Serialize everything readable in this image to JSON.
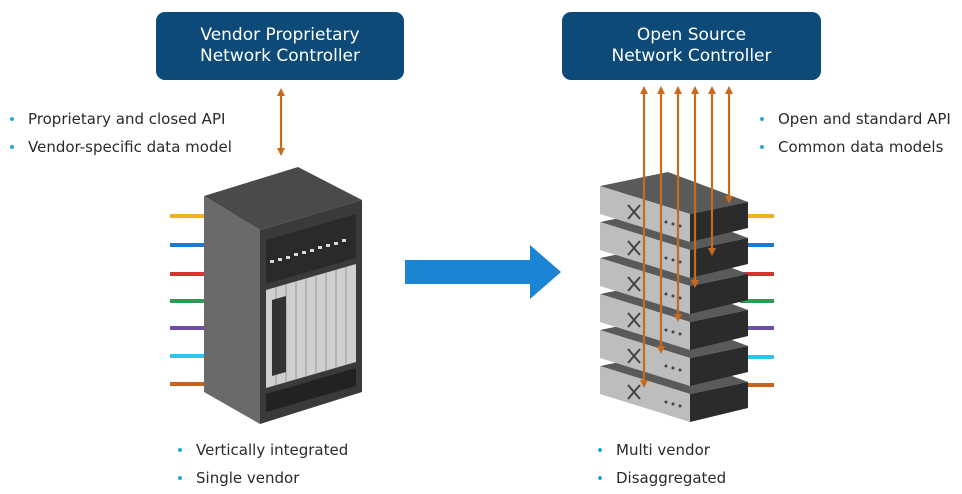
{
  "left_controller": {
    "line1": "Vendor Proprietary",
    "line2": "Network Controller"
  },
  "right_controller": {
    "line1": "Open Source",
    "line2": "Network Controller"
  },
  "left_api_bullets": [
    "Proprietary and closed API",
    "Vendor-specific data model"
  ],
  "right_api_bullets": [
    "Open and standard API",
    "Common data models"
  ],
  "left_bottom_bullets": [
    "Vertically integrated",
    "Single vendor"
  ],
  "right_bottom_bullets": [
    "Multi vendor",
    "Disaggregated"
  ],
  "port_colors": [
    "#f2b01e",
    "#1e7ad1",
    "#d4352e",
    "#2f9a56",
    "#6f4ea0",
    "#2cc4ea",
    "#c7631c"
  ],
  "colors": {
    "controller_fill": "#0e4a78",
    "link_arrow": "#c76a1e",
    "transition_arrow": "#1b84d3",
    "bullet_dot": "#27a9d6"
  },
  "icons": [
    "double-arrow-icon",
    "chassis-switch-icon",
    "stacked-switches-icon",
    "right-arrow-icon"
  ]
}
